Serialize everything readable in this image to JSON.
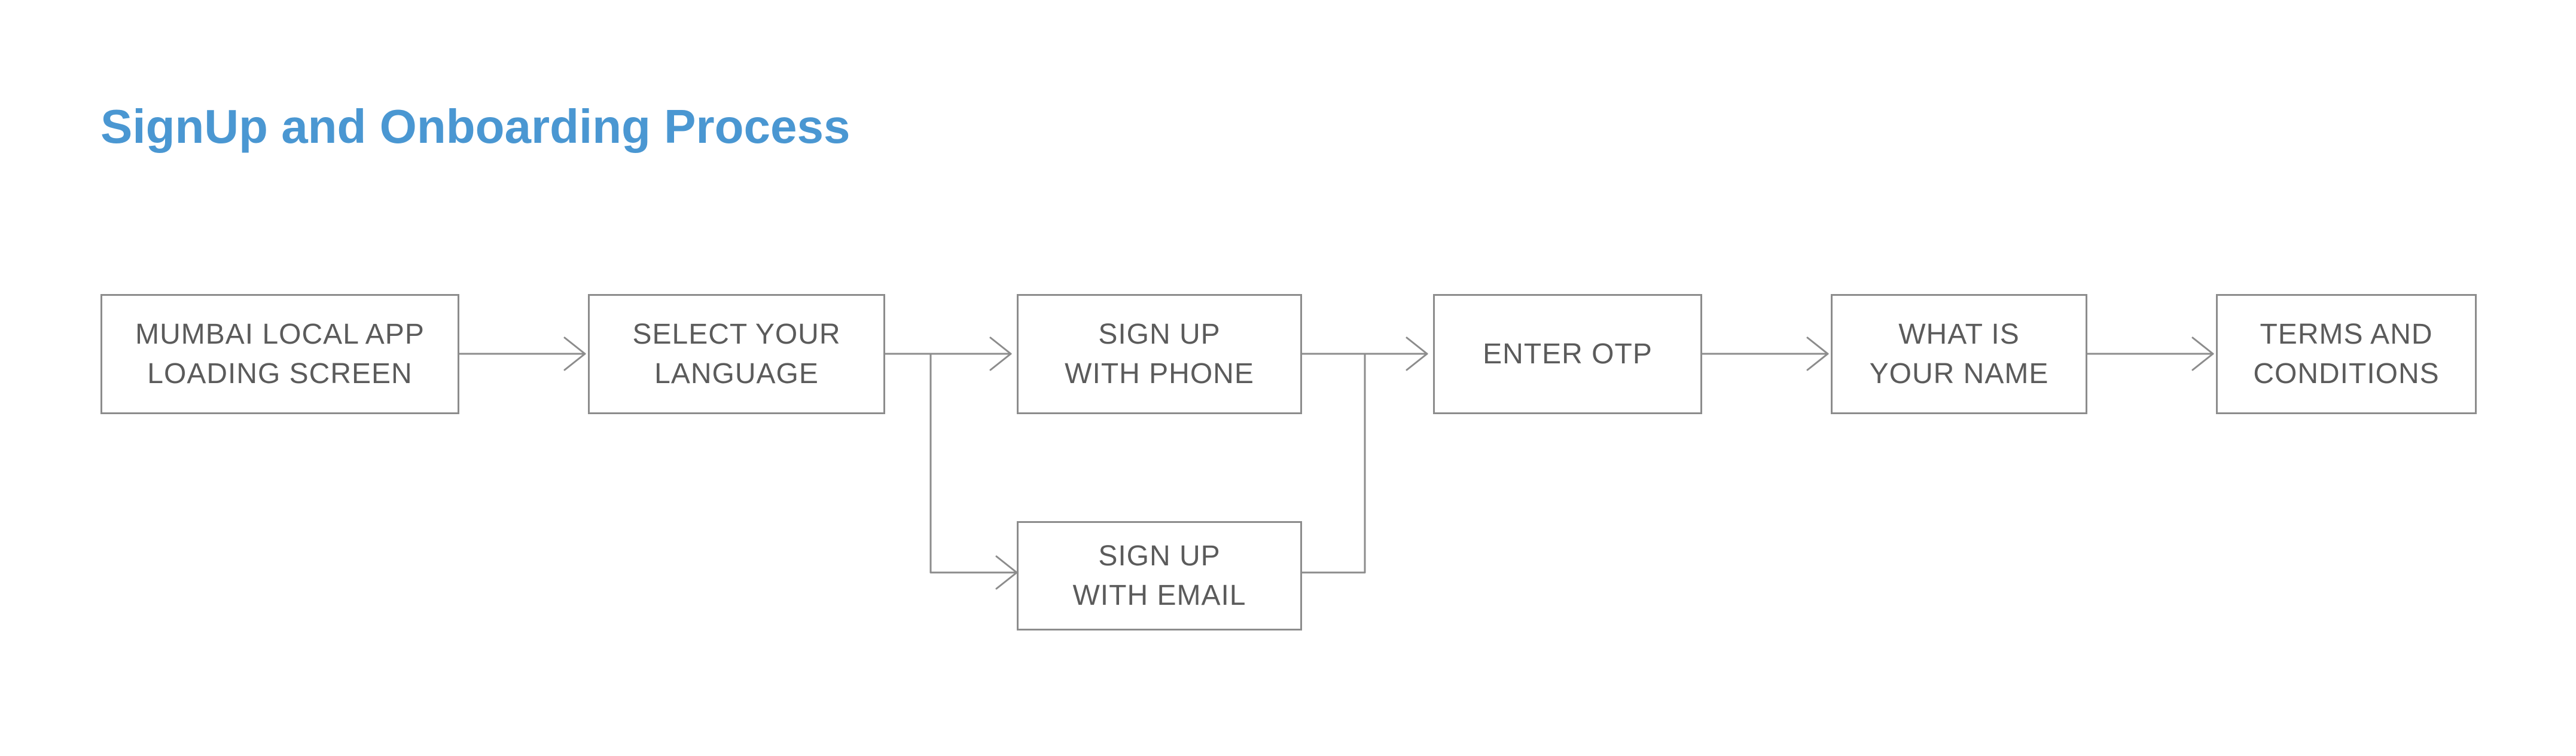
{
  "title": "SignUp and Onboarding Process",
  "nodes": {
    "loading": {
      "line1": "MUMBAI LOCAL APP",
      "line2": "LOADING SCREEN"
    },
    "language": {
      "line1": "SELECT YOUR",
      "line2": "LANGUAGE"
    },
    "phone": {
      "line1": "SIGN UP",
      "line2": "WITH PHONE"
    },
    "email": {
      "line1": "SIGN UP",
      "line2": "WITH EMAIL"
    },
    "otp": {
      "line1": "ENTER OTP"
    },
    "name": {
      "line1": "WHAT IS",
      "line2": "YOUR NAME"
    },
    "terms": {
      "line1": "TERMS AND",
      "line2": "CONDITIONS"
    }
  },
  "colors": {
    "title": "#4a97d2",
    "box_border": "#8c8c8c",
    "text": "#5b5b5b",
    "connector": "#8c8c8c"
  }
}
